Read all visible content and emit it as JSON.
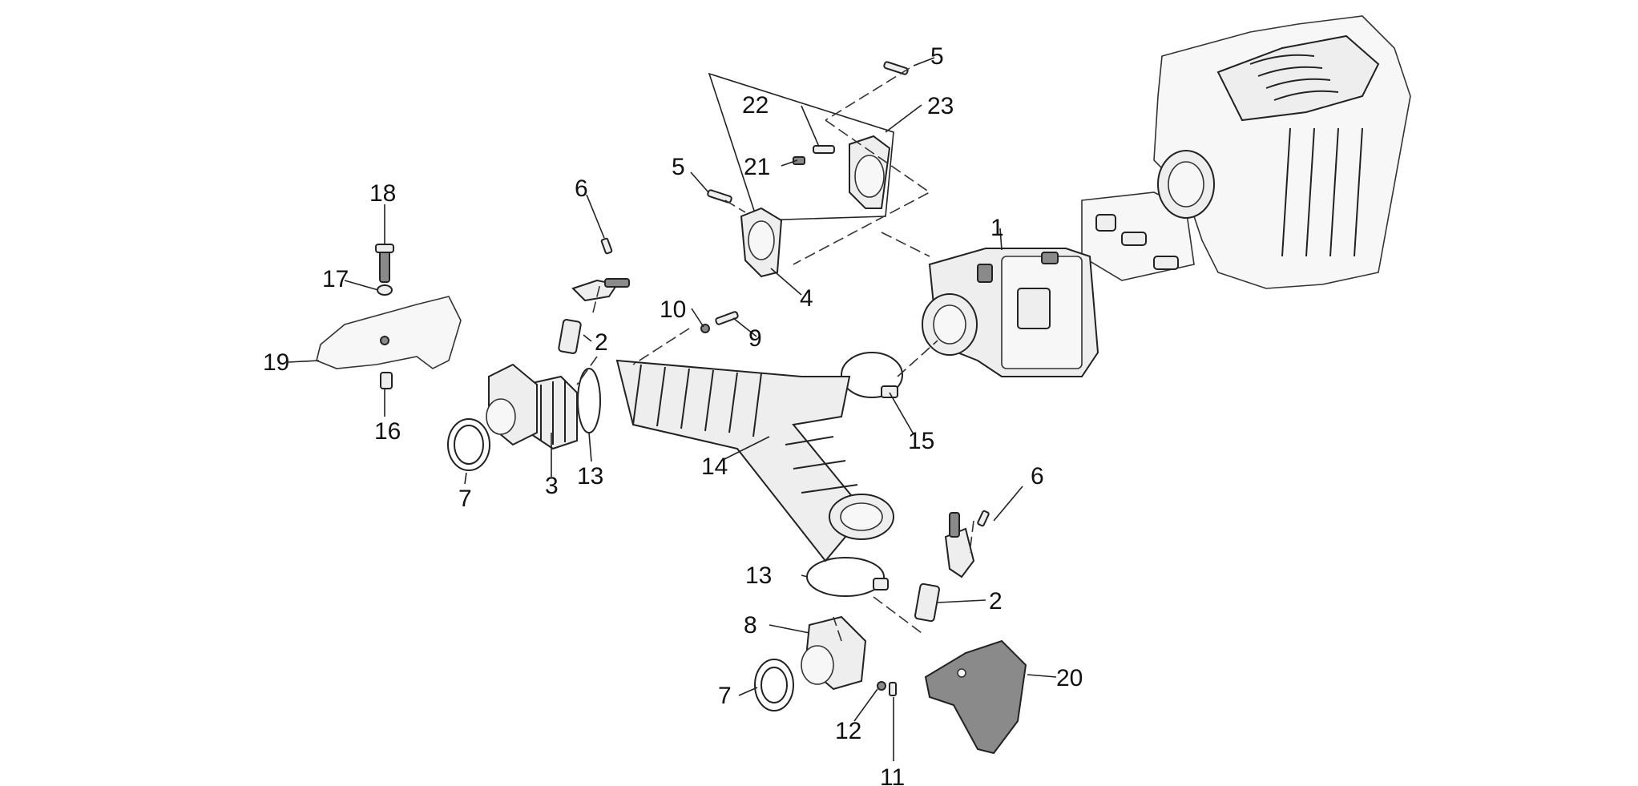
{
  "callouts": [
    {
      "id": "c1",
      "label": "1"
    },
    {
      "id": "c2a",
      "label": "2"
    },
    {
      "id": "c2b",
      "label": "2"
    },
    {
      "id": "c3",
      "label": "3"
    },
    {
      "id": "c4",
      "label": "4"
    },
    {
      "id": "c5a",
      "label": "5"
    },
    {
      "id": "c5b",
      "label": "5"
    },
    {
      "id": "c6a",
      "label": "6"
    },
    {
      "id": "c6b",
      "label": "6"
    },
    {
      "id": "c7a",
      "label": "7"
    },
    {
      "id": "c7b",
      "label": "7"
    },
    {
      "id": "c8",
      "label": "8"
    },
    {
      "id": "c9",
      "label": "9"
    },
    {
      "id": "c10",
      "label": "10"
    },
    {
      "id": "c11",
      "label": "11"
    },
    {
      "id": "c12",
      "label": "12"
    },
    {
      "id": "c13a",
      "label": "13"
    },
    {
      "id": "c13b",
      "label": "13"
    },
    {
      "id": "c14",
      "label": "14"
    },
    {
      "id": "c15",
      "label": "15"
    },
    {
      "id": "c16",
      "label": "16"
    },
    {
      "id": "c17",
      "label": "17"
    },
    {
      "id": "c18",
      "label": "18"
    },
    {
      "id": "c19",
      "label": "19"
    },
    {
      "id": "c20",
      "label": "20"
    },
    {
      "id": "c21",
      "label": "21"
    },
    {
      "id": "c22",
      "label": "22"
    },
    {
      "id": "c23",
      "label": "23"
    }
  ]
}
